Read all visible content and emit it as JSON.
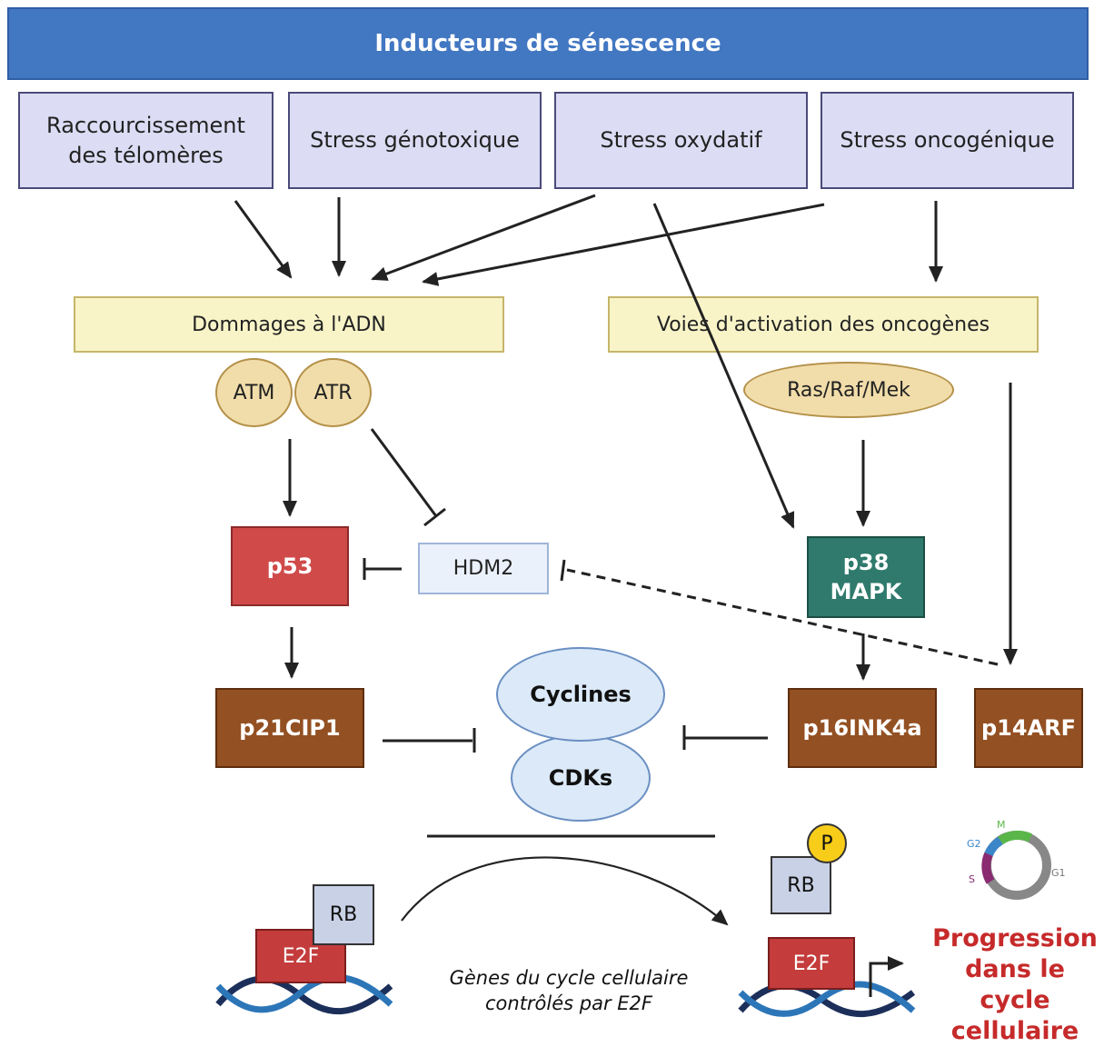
{
  "title": "Inducteurs de sénescence",
  "inducers": [
    "Raccourcissement des télomères",
    "Stress génotoxique",
    "Stress oxydatif",
    "Stress oncogénique"
  ],
  "pathways": {
    "dna_damage": "Dommages à l'ADN",
    "oncogene": "Voies d'activation des oncogènes"
  },
  "kinases": {
    "atm": "ATM",
    "atr": "ATR",
    "ras": "Ras/Raf/Mek"
  },
  "nodes": {
    "p53": "p53",
    "hdm2": "HDM2",
    "p38": "p38 MAPK",
    "p21": "p21CIP1",
    "cyclines": "Cyclines",
    "cdks": "CDKs",
    "p16": "p16INK4a",
    "p14": "p14ARF"
  },
  "cycle": {
    "rb": "RB",
    "e2f": "E2F",
    "phospho": "P",
    "caption": "Gènes du cycle cellulaire contrôlés par E2F",
    "progression": "Progression dans le cycle cellulaire",
    "phases": {
      "m": "M",
      "g2": "G2",
      "s": "S",
      "g1": "G1"
    }
  },
  "colors": {
    "title_bar": "#4277c2",
    "inducer_box": "#dcdcf4",
    "pathway_box": "#f8f4c8",
    "kinase": "#f1ddaa",
    "p53": "#d04a4a",
    "brown_nodes": "#935022",
    "p38": "#2f7a6c",
    "progression_text": "#c62a2a"
  }
}
